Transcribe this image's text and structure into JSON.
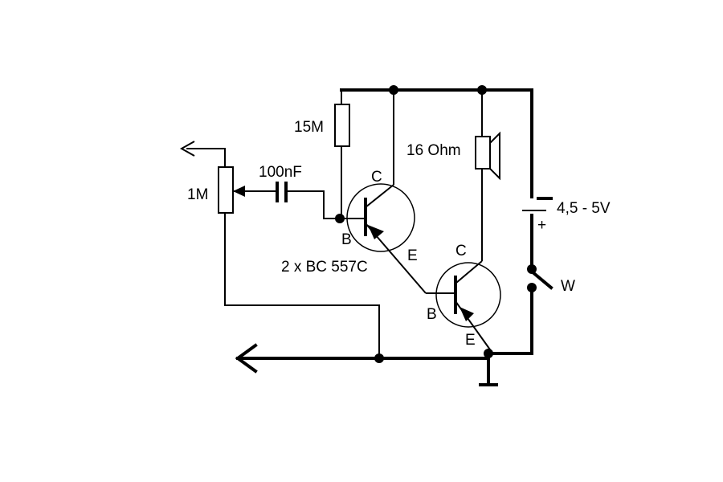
{
  "labels": {
    "pot": "1M",
    "capacitor": "100nF",
    "resistor": "15M",
    "speaker": "16 Ohm",
    "battery": "4,5 - 5V",
    "battery_minus": "−",
    "battery_plus": "+",
    "switch": "W",
    "transistors": "2 x BC 557C",
    "t1_collector": "C",
    "t1_base": "B",
    "t1_emitter": "E",
    "t2_collector": "C",
    "t2_base": "B",
    "t2_emitter": "E"
  }
}
